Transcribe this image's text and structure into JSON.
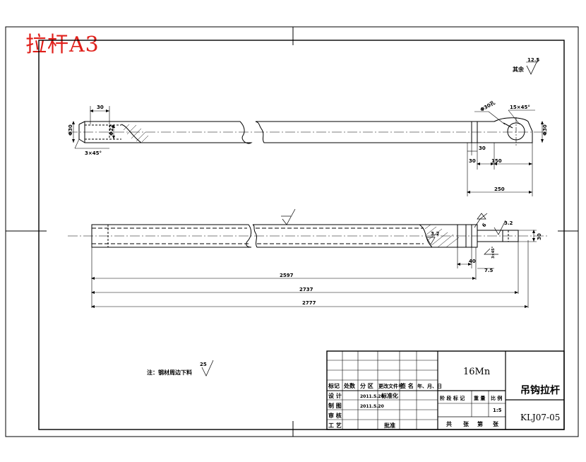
{
  "stamp": {
    "text": "拉杆A3",
    "color": "#e0201b"
  },
  "roughness_note": {
    "prefix": "其余",
    "value": "12.5"
  },
  "top_view": {
    "dims": {
      "bore_len": "30",
      "left_dia": "Φ30",
      "bore_dia": "Φ22",
      "chamfer_left": "3×45°",
      "thread_chamfer": "15×45°",
      "hole_dia": "Φ30孔",
      "right_dia": "Φ30",
      "slot_a": "30",
      "slot_b": "30",
      "len_150": "150",
      "len_250": "250"
    }
  },
  "side_view": {
    "dims": {
      "roughness_left": "3.2",
      "weld_a": "6",
      "weld_b": "3.2",
      "right_h": "30",
      "d40": "40",
      "d75": "7.5",
      "note_small": "3×45°",
      "len_2597": "2597",
      "len_2737": "2737",
      "len_2777": "2777"
    }
  },
  "note": {
    "text": "注：钢材周边下料",
    "roughness": "25"
  },
  "title_block": {
    "material": "16Mn",
    "part_name": "吊钩拉杆",
    "drawing_no": "KLJ07-05",
    "scale_label": "1:5",
    "header": [
      "标记",
      "处数",
      "分 区",
      "更改文件号",
      "签 名",
      "年、月、日"
    ],
    "row_design": [
      "设 计",
      "",
      "2011.5.20",
      "标准化"
    ],
    "row_draw": [
      "制 图",
      "",
      "2011.5.20"
    ],
    "row_check": "审 核",
    "row_process": "工 艺",
    "approve": "批准",
    "stage_labels": [
      "阶 段 标 记",
      "重 量",
      "比 例"
    ],
    "sheets": [
      "共",
      "张",
      "第",
      "张"
    ]
  }
}
